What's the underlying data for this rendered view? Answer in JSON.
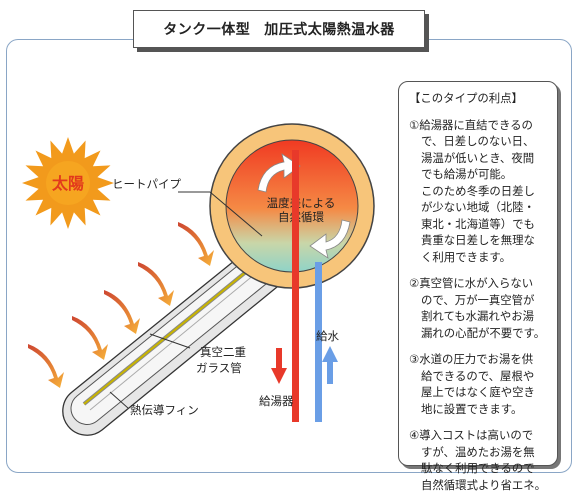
{
  "title": {
    "part1": "タンク一体型",
    "part2": "加圧式太陽熱温水器"
  },
  "diagram": {
    "sun_label": "太陽",
    "heat_pipe_label": "ヒートパイプ",
    "circulation_label": [
      "温度差による",
      "自然循環"
    ],
    "vacuum_tube_label": [
      "真空二重",
      "ガラス管"
    ],
    "fin_label": "熱伝導フィン",
    "water_supply_label": "給水",
    "hot_water_out_label": "給湯器",
    "colors": {
      "sun": "#f29a1c",
      "sun_text": "#e23a1c",
      "tank_rim": "#f7c57a",
      "tank_hot": "#f03a22",
      "tank_cool": "#9ad6cc",
      "hot_pipe": "#e8392a",
      "cold_pipe": "#6a9ee6",
      "sun_rays": "#e06a1a",
      "tube_glass": "#e6e6e6",
      "heat_pipe": "#c8b400"
    }
  },
  "benefits": {
    "header": "【このタイプの利点】",
    "items": [
      [
        "①給湯器に直結できるの",
        "で、日差しのない日、",
        "湯温が低いとき、夜間",
        "でも給湯が可能。",
        "このため冬季の日差し",
        "が少ない地域（北陸・",
        "東北・北海道等）でも",
        "貴重な日差しを無理な",
        "く利用できます。"
      ],
      [
        "②真空管に水が入らない",
        "ので、万が一真空管が",
        "割れても水漏れやお湯",
        "漏れの心配が不要です。"
      ],
      [
        "③水道の圧力でお湯を供",
        "給できるので、屋根や",
        "屋上ではなく庭や空き",
        "地に設置できます。"
      ],
      [
        "④導入コストは高いので",
        "すが、温めたお湯を無",
        "駄なく利用できるので",
        "自然循環式より省エネ。"
      ]
    ]
  }
}
